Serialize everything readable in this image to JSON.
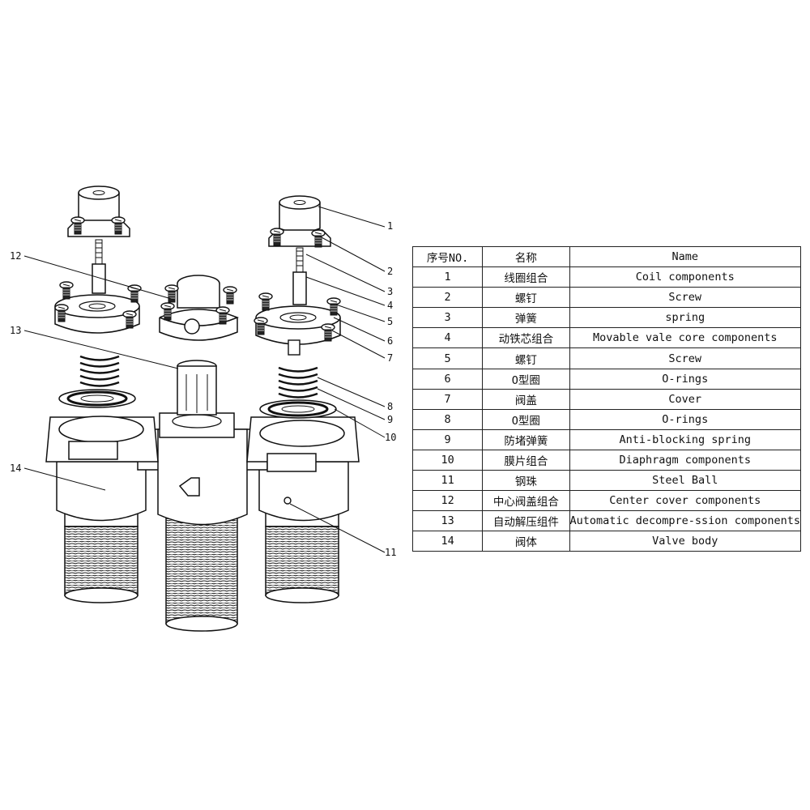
{
  "callouts": [
    "1",
    "2",
    "3",
    "4",
    "5",
    "6",
    "7",
    "8",
    "9",
    "10",
    "11",
    "12",
    "13",
    "14"
  ],
  "table": {
    "headers": [
      "序号NO.",
      "名称",
      "Name"
    ],
    "rows": [
      [
        "1",
        "线圈组合",
        "Coil components"
      ],
      [
        "2",
        "螺钉",
        "Screw"
      ],
      [
        "3",
        "弹簧",
        "spring"
      ],
      [
        "4",
        "动铁芯组合",
        "Movable vale core components"
      ],
      [
        "5",
        "螺钉",
        "Screw"
      ],
      [
        "6",
        "O型圈",
        "O-rings"
      ],
      [
        "7",
        "阀盖",
        "Cover"
      ],
      [
        "8",
        "O型圈",
        "O-rings"
      ],
      [
        "9",
        "防堵弹簧",
        "Anti-blocking spring"
      ],
      [
        "10",
        "膜片组合",
        "Diaphragm components"
      ],
      [
        "11",
        "钢珠",
        "Steel Ball"
      ],
      [
        "12",
        "中心阀盖组合",
        "Center cover components"
      ],
      [
        "13",
        "自动解压组件",
        "Automatic decompre-ssion components"
      ],
      [
        "14",
        "阀体",
        "Valve body"
      ]
    ]
  }
}
